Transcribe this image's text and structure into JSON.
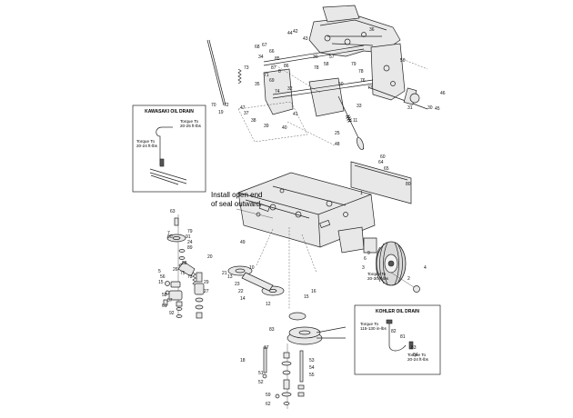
{
  "insets": {
    "kawasaki": {
      "title": "KAWASAKI OIL DRAIN",
      "torque_a": [
        "Torque To",
        "20-25 ft-lbs"
      ],
      "torque_b": [
        "Torque To",
        "20-24 ft-lbs"
      ]
    },
    "kohler": {
      "title": "KOHLER OIL DRAIN",
      "torque_a": [
        "Torque To",
        "115-130 in-lbs"
      ],
      "torque_b": [
        "Torque To",
        "20-24 ft-lbs"
      ]
    }
  },
  "note_seal": [
    "Install open end",
    "of seal outward"
  ],
  "note_wheel_torque": [
    "Torque To",
    "20-30 ft-lbs"
  ],
  "callouts": [
    "42",
    "43",
    "44",
    "36",
    "67",
    "68",
    "66",
    "34",
    "30",
    "85",
    "86",
    "87",
    "57",
    "58",
    "78",
    "8",
    "73",
    "71",
    "69",
    "35",
    "32",
    "74",
    "70",
    "72",
    "19",
    "47",
    "37",
    "38",
    "39",
    "41",
    "40",
    "50",
    "33",
    "46",
    "45",
    "11",
    "25",
    "48",
    "79",
    "78",
    "76",
    "77",
    "31",
    "30",
    "50",
    "65",
    "64",
    "60",
    "80",
    "1",
    "63",
    "7",
    "79",
    "91",
    "90",
    "24",
    "89",
    "88",
    "26",
    "75",
    "73",
    "29",
    "27",
    "20",
    "21",
    "10",
    "2",
    "4",
    "3",
    "6",
    "9",
    "5",
    "56",
    "15",
    "16",
    "12",
    "13",
    "23",
    "22",
    "14",
    "17",
    "18",
    "51",
    "52",
    "53",
    "54",
    "55",
    "59",
    "62",
    "61",
    "92",
    "58",
    "57",
    "81",
    "82",
    "83",
    "84",
    "49",
    "83",
    "15"
  ]
}
